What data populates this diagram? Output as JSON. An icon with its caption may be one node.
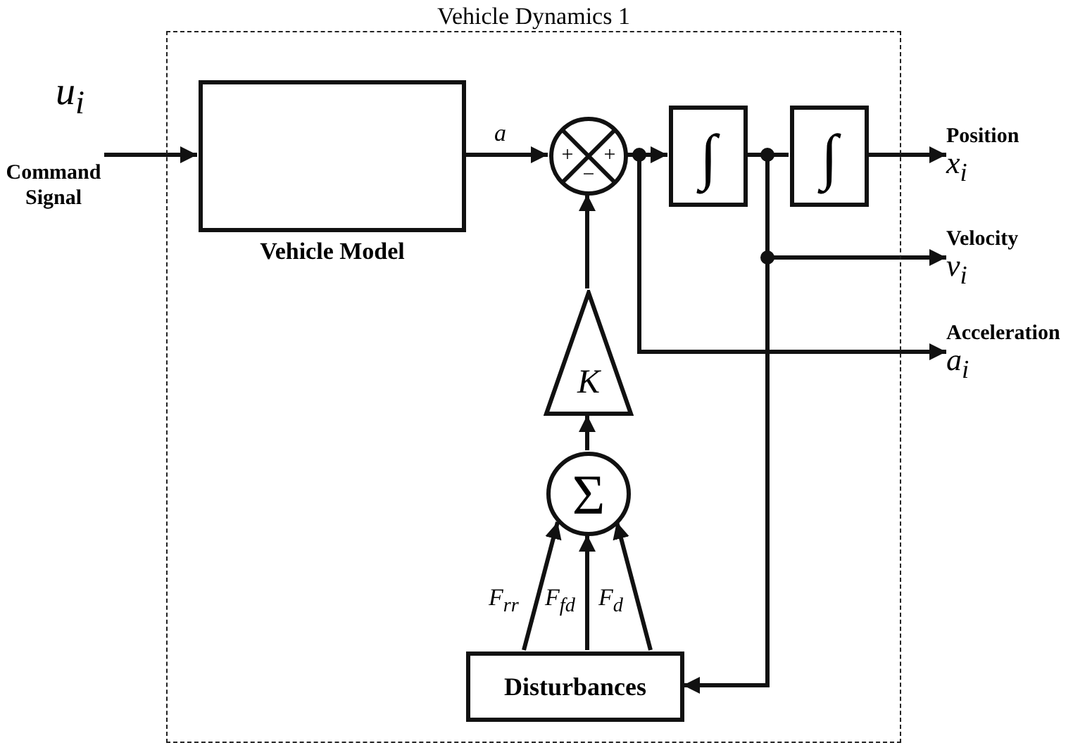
{
  "diagram": {
    "nodes": [
      {
        "text": [
          "Vehicle Dynamics 1"
        ]
      },
      {
        "text": [
          "Vehicle Model"
        ],
        "in": 0
      },
      {
        "text": [
          "+",
          "+",
          "−"
        ],
        "in": 0
      },
      {
        "text": [
          "∫"
        ],
        "in": 0
      },
      {
        "text": [
          "∫"
        ],
        "in": 0
      },
      {
        "text": [
          "K"
        ],
        "in": 0
      },
      {
        "text": [
          "Σ"
        ],
        "in": 0
      },
      {
        "text": [
          "Disturbances"
        ],
        "in": 0
      },
      {
        "text": [
          "u$_{i}$",
          "Command Signal"
        ]
      },
      {
        "text": [
          "Position",
          "x$_{i}$"
        ]
      },
      {
        "text": [
          "Velocity",
          "v$_{i}$"
        ]
      },
      {
        "text": [
          "Acceleration",
          "a$_{i}$"
        ]
      }
    ],
    "edges": [
      {
        "from": 8,
        "to": 1,
        "arrow": "to"
      },
      {
        "from": 1,
        "to": 2,
        "arrow": "to",
        "label": "a"
      },
      {
        "from": 2,
        "to": 3,
        "arrow": "to"
      },
      {
        "from": 2,
        "to": 11,
        "arrow": "to"
      },
      {
        "from": 3,
        "to": 4,
        "arrow": "none"
      },
      {
        "from": 3,
        "to": 10,
        "arrow": "to"
      },
      {
        "from": 3,
        "to": 7,
        "arrow": "to"
      },
      {
        "from": 4,
        "to": 9,
        "arrow": "to"
      },
      {
        "from": 7,
        "to": 6,
        "arrow": "to",
        "label": "F$_{rr}$"
      },
      {
        "from": 7,
        "to": 6,
        "arrow": "to",
        "label": "F$_{fd}$"
      },
      {
        "from": 7,
        "to": 6,
        "arrow": "to",
        "label": "F$_{d}$"
      },
      {
        "from": 6,
        "to": 5,
        "arrow": "to"
      },
      {
        "from": 5,
        "to": 2,
        "arrow": "to"
      }
    ]
  }
}
